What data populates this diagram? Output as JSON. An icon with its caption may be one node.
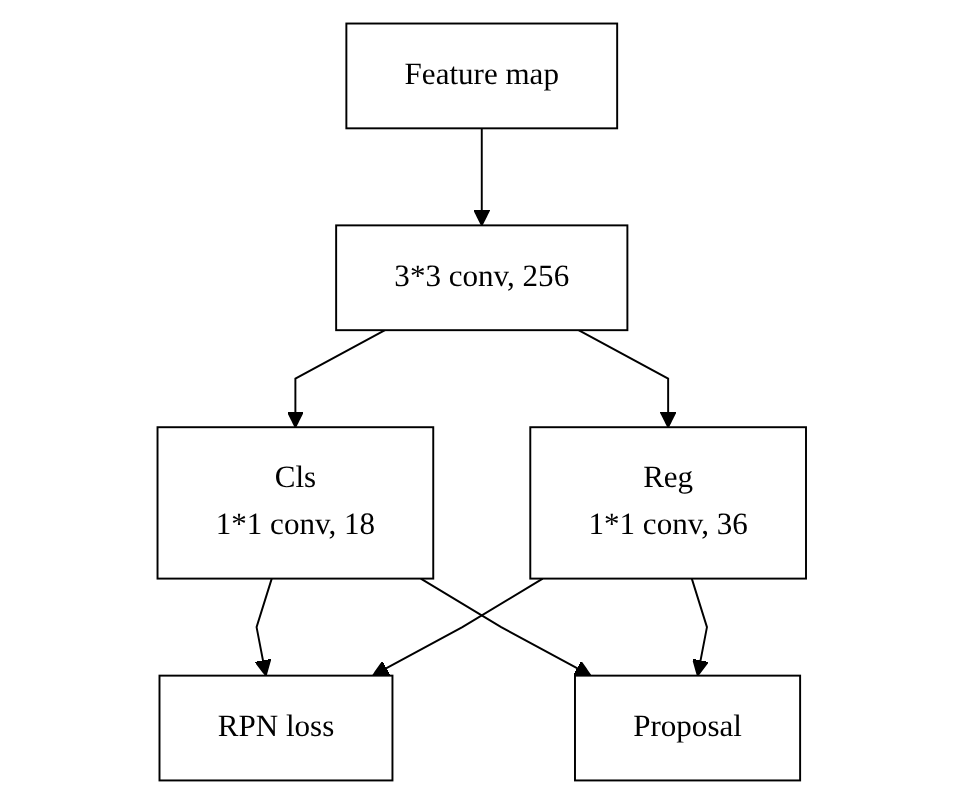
{
  "diagram": {
    "nodes": [
      {
        "text": [
          "Feature map"
        ]
      },
      {
        "text": [
          "3*3 conv, 256"
        ]
      },
      {
        "text": [
          "Cls",
          "1*1 conv, 18"
        ]
      },
      {
        "text": [
          "Reg",
          "1*1 conv, 36"
        ]
      },
      {
        "text": [
          "RPN loss"
        ]
      },
      {
        "text": [
          "Proposal"
        ]
      }
    ],
    "edges": [
      {
        "from": 0,
        "to": 1,
        "arrow": "to"
      },
      {
        "from": 1,
        "to": 2,
        "arrow": "to"
      },
      {
        "from": 1,
        "to": 3,
        "arrow": "to"
      },
      {
        "from": 2,
        "to": 4,
        "arrow": "to"
      },
      {
        "from": 2,
        "to": 5,
        "arrow": "to"
      },
      {
        "from": 3,
        "to": 4,
        "arrow": "to"
      },
      {
        "from": 3,
        "to": 5,
        "arrow": "to"
      }
    ]
  }
}
